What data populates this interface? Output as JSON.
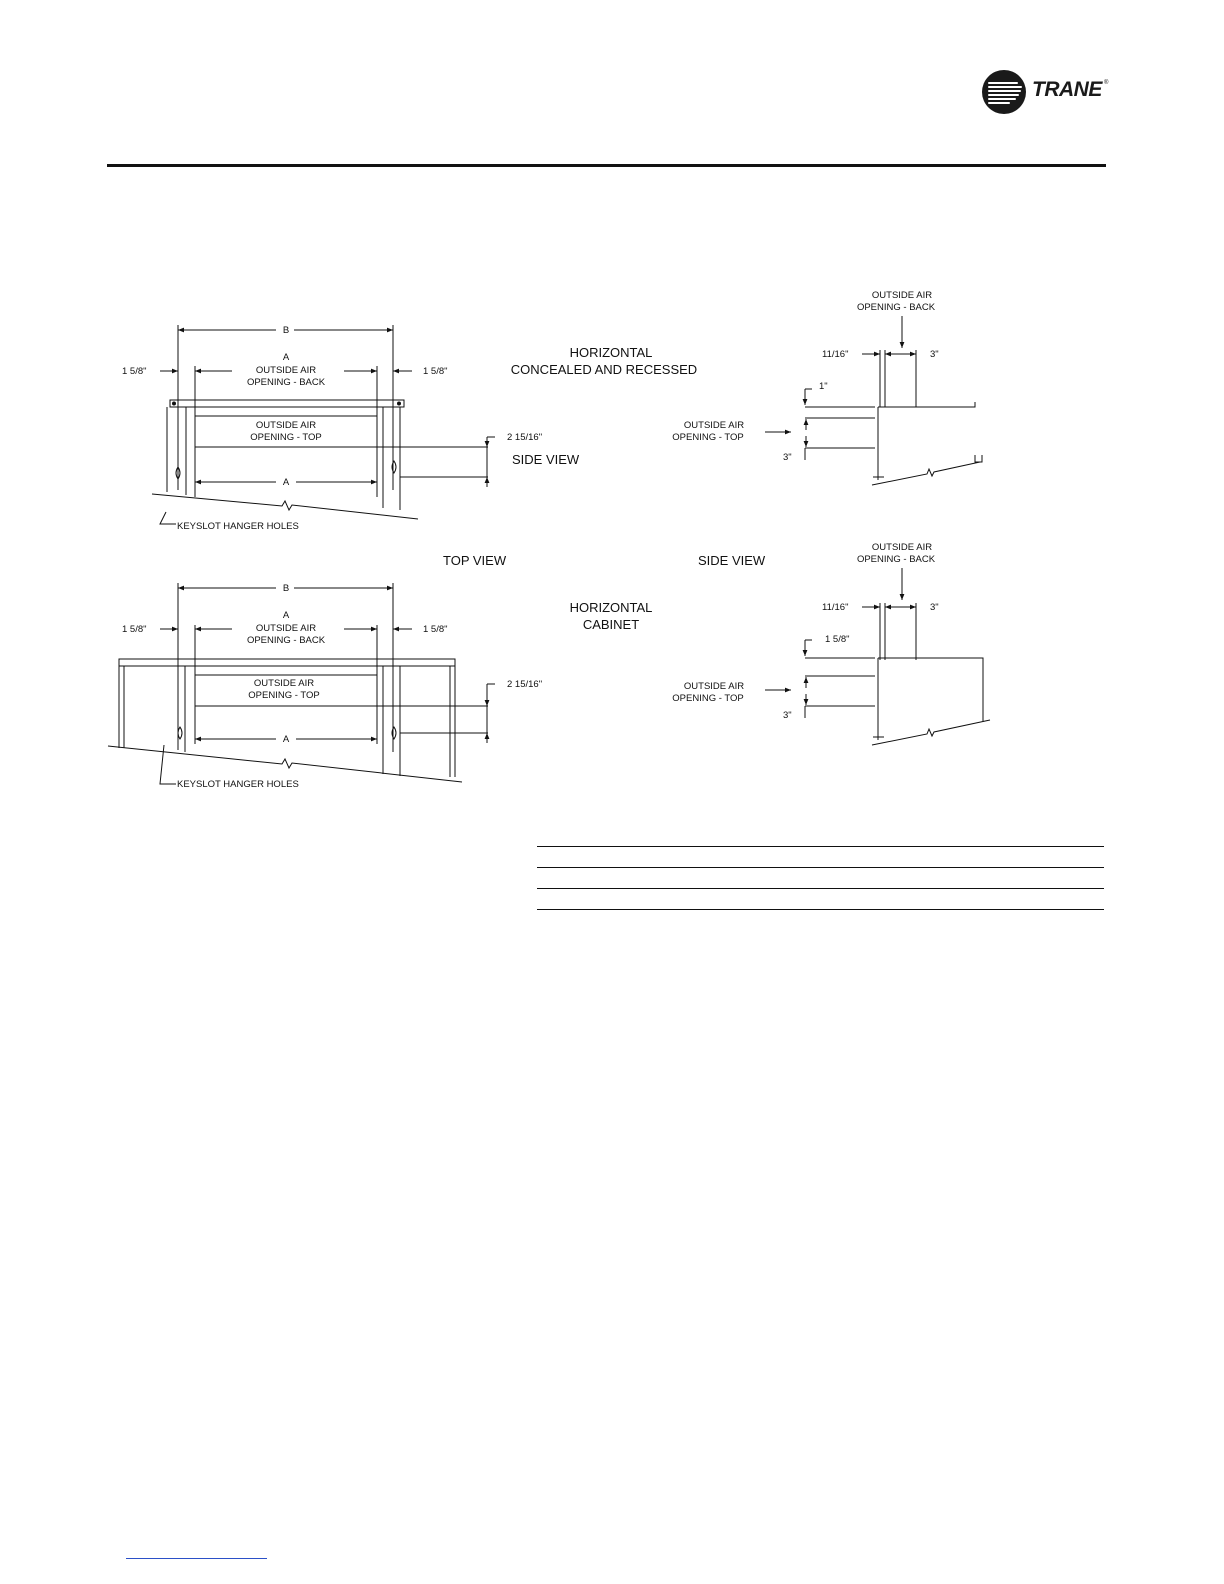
{
  "header": {
    "brand": "TRANE",
    "brand_mark": "®"
  },
  "labels": {
    "b": "B",
    "a": "A",
    "oa1": "OUTSIDE AIR",
    "oa_back": "OPENING - BACK",
    "oa_top": "OPENING - TOP",
    "d158": "1 5/8\"",
    "d21516": "2 15/16\"",
    "d1116": "11/16\"",
    "d3": "3\"",
    "d1": "1\"",
    "keyslot": "KEYSLOT HANGER HOLES",
    "side_view": "SIDE VIEW",
    "top_view": "TOP VIEW",
    "horizontal": "HORIZONTAL",
    "concealed": "CONCEALED AND RECESSED",
    "cabinet": "CABINET"
  }
}
